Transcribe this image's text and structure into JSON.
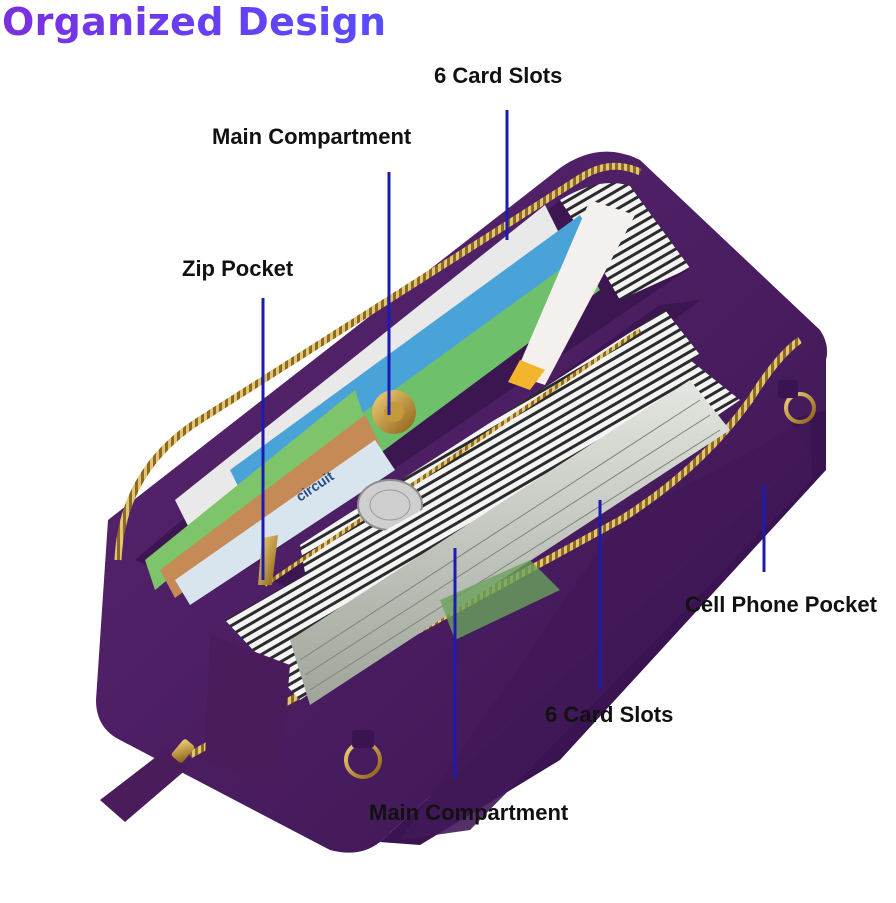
{
  "title": "Organized Design",
  "callouts": {
    "card_slots_top": "6 Card Slots",
    "main_compartment_top": "Main Compartment",
    "zip_pocket": "Zip Pocket",
    "cell_phone_pocket": "Cell Phone Pocket",
    "card_slots_bottom": "6 Card Slots",
    "main_compartment_bottom": "Main Compartment"
  },
  "card_print": {
    "brand_text": "circuit"
  },
  "colors": {
    "leather": "#4a1c5c",
    "leather_dark": "#2e0f3c",
    "callout_line": "#1b1bb0",
    "zipper_gold": "#c9a347",
    "stripe_dark": "#2a2a2a",
    "stripe_light": "#f2f2f2"
  }
}
